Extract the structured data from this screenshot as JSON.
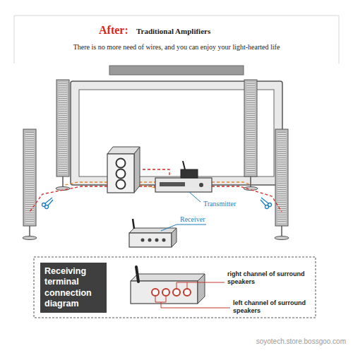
{
  "diagram": {
    "nodes": [
      {
        "text": [
          "Receiving terminal connection diagram"
        ]
      }
    ],
    "labels": [
      "After:",
      "Traditional Amplifiers",
      "There is no more need of wires, and you can enjoy your light-hearted life",
      "Transmitter",
      "Receiver",
      "right channel of surround speakers",
      "left channel of surround speakers",
      "soyotech.store.bossgoo.com"
    ]
  }
}
